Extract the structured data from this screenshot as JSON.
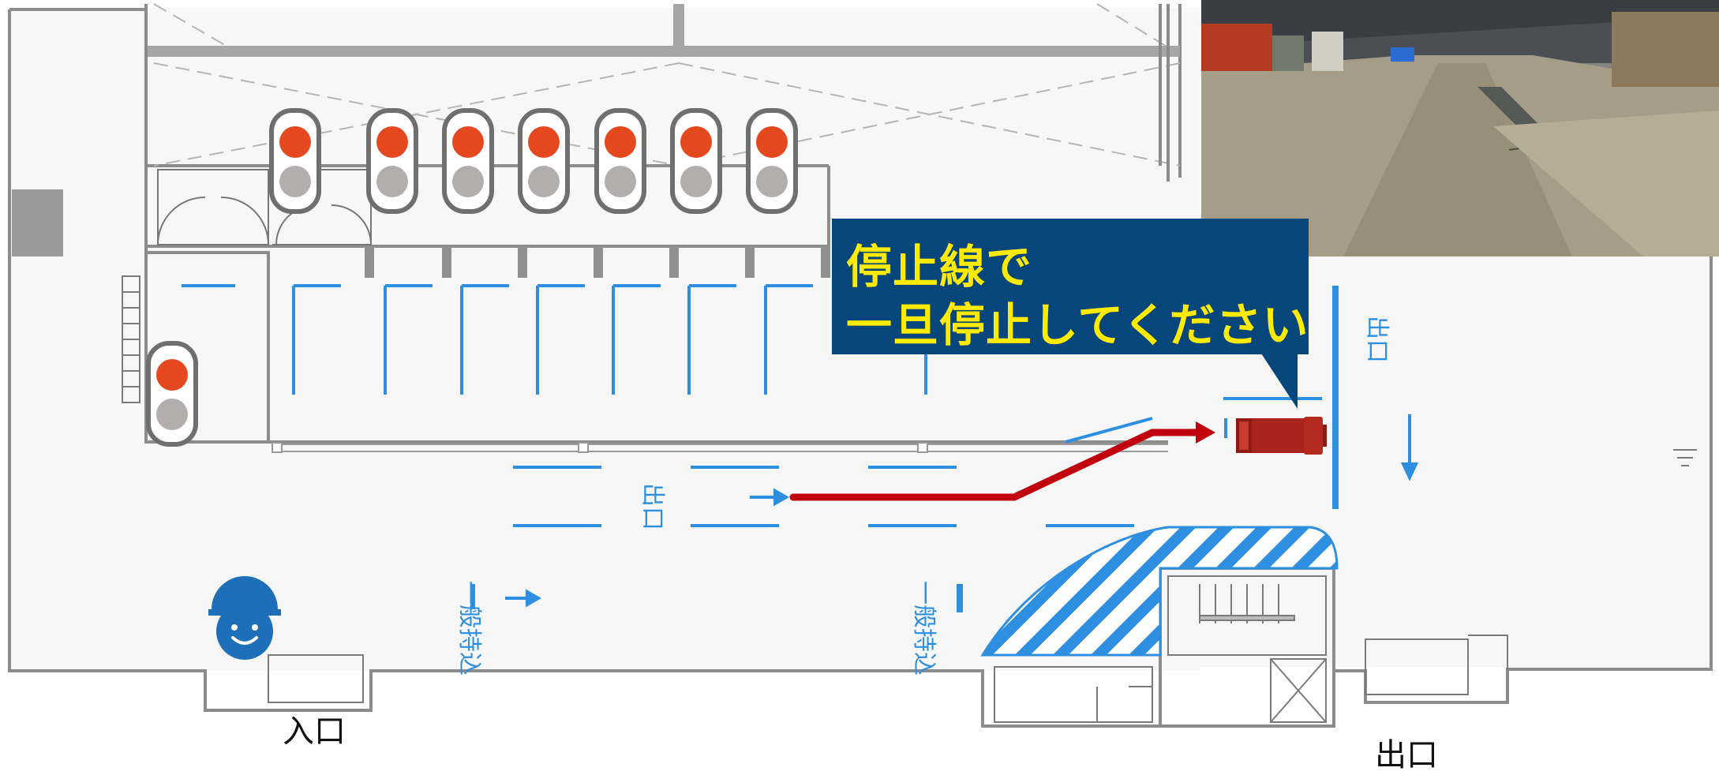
{
  "callout": {
    "line1": "停止線で",
    "line2": "一旦停止してください"
  },
  "labels": {
    "entrance": "入口",
    "exit": "出口",
    "floor_exit_rotated": "出口",
    "floor_exit_right": "出口",
    "general_carry_in_left": "一般持込",
    "general_carry_in_right": "一般持込"
  },
  "colors": {
    "callout_bg": "#06467a",
    "callout_text": "#ffeb00",
    "route_arrow": "#c0000c",
    "floor_marking": "#2e8fe0",
    "signal_red": "#e5481f",
    "signal_off": "#b3aeae",
    "helmet": "#1c6fb8"
  },
  "icons": {
    "traffic_signals": [
      "traffic-signal-icon",
      "traffic-signal-icon",
      "traffic-signal-icon",
      "traffic-signal-icon",
      "traffic-signal-icon",
      "traffic-signal-icon",
      "traffic-signal-icon",
      "traffic-signal-icon"
    ],
    "person": "worker-helmet-icon",
    "vehicle": "truck-icon",
    "photo": "warehouse-photo"
  }
}
